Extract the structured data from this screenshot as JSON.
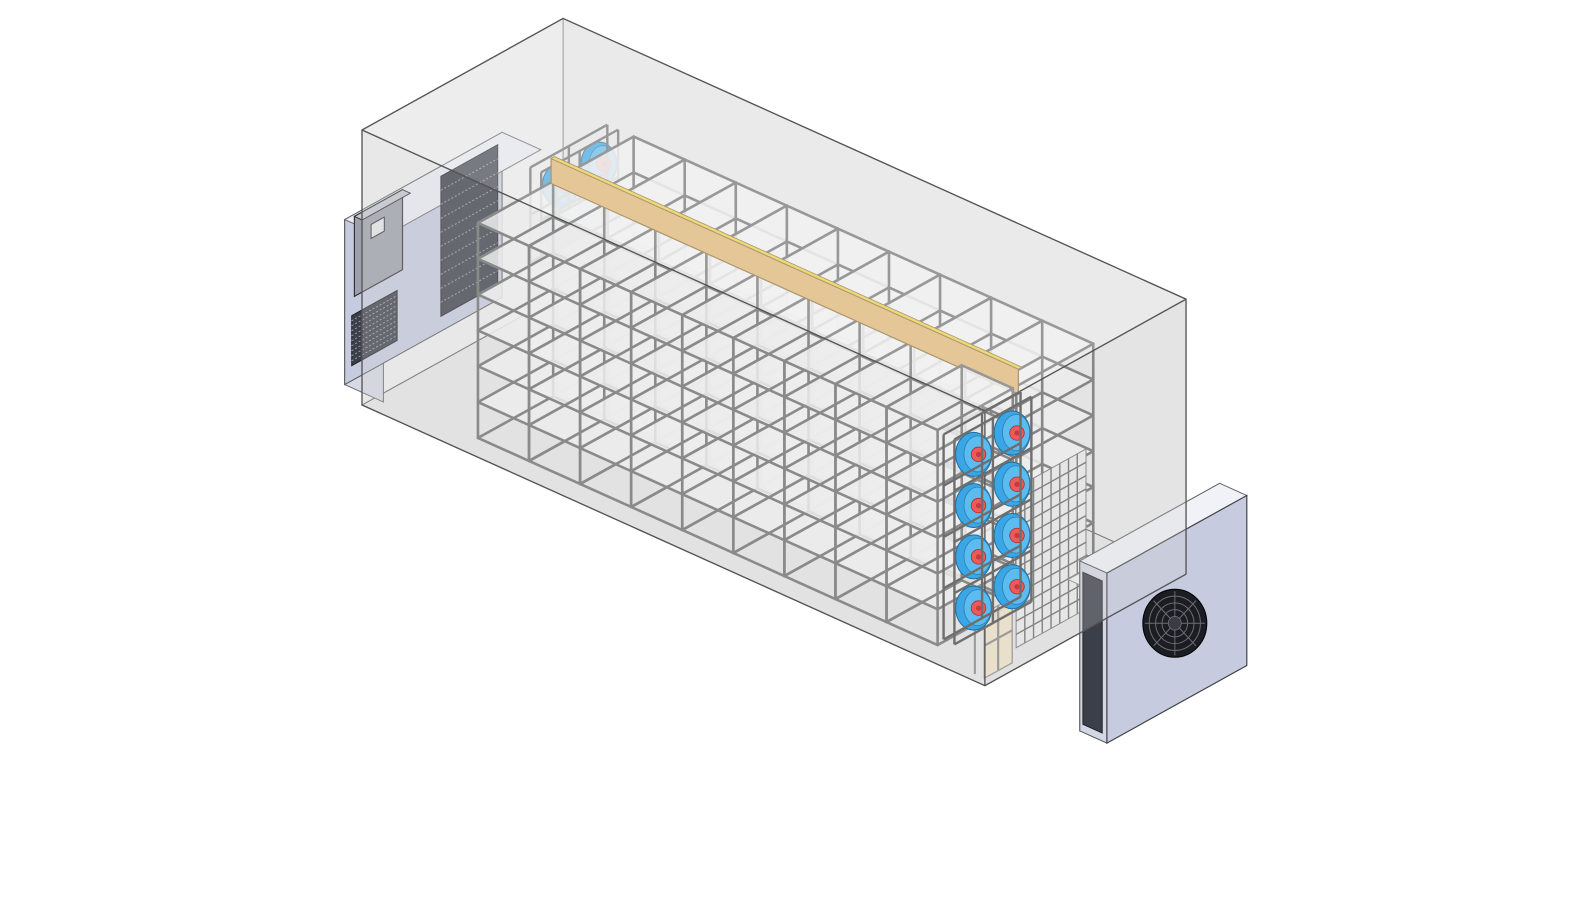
{
  "colors": {
    "background": "#ffffff",
    "enclosure_fill": "#d9d9d9",
    "enclosure_stroke": "#555555",
    "rack_stroke": "#6e6e6e",
    "shelf_fill": "#f7f7f7",
    "baffle_fill": "#e2b46c",
    "baffle_edge": "#f0d23a",
    "fan_blue": "#3aa6e6",
    "fan_hub": "#ee5a5a",
    "unit_body": "#c7cbe0",
    "unit_dark": "#3b3f4a",
    "grille": "#6a6a6a"
  },
  "icons": {
    "circulation_fan": "fan-icon",
    "condenser_fan": "condenser-fan-icon",
    "control_panel": "control-panel-icon",
    "air_grille": "grille-icon"
  },
  "scene": {
    "rack_columns": 9,
    "shelf_levels": 6,
    "circulation_fans_front": 8,
    "circulation_fans_back": 4
  }
}
